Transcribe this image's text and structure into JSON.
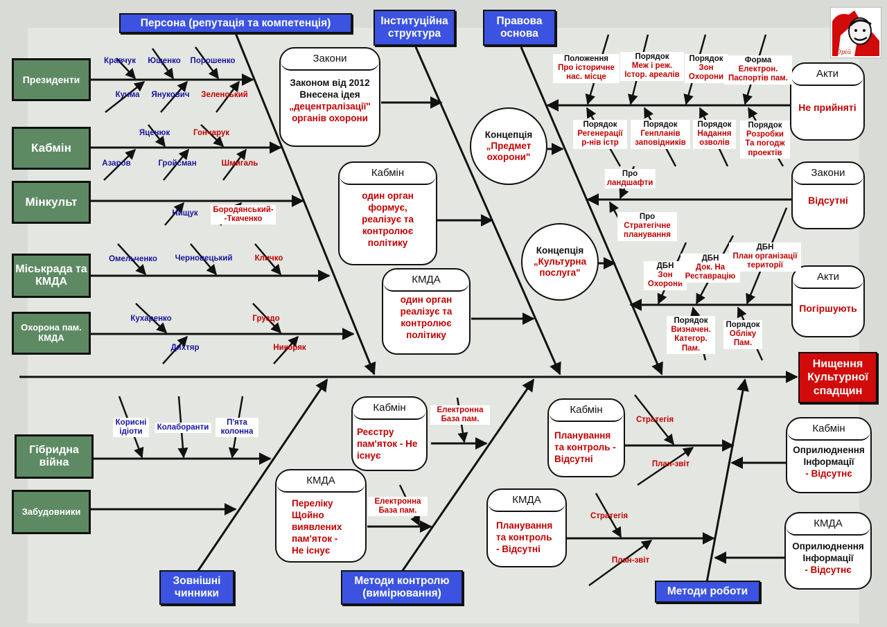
{
  "colors": {
    "green_box": "#5e8a63",
    "blue_box": "#3b53e0",
    "red_box": "#d10a0a",
    "blue_text": "#17169b",
    "red_text": "#c00000"
  },
  "effect": "Нищення Культурної спадщин",
  "categories": {
    "persona": "Персона (репутація та компетенція)",
    "institutional": "Інституційна структура",
    "legal": "Правова основа",
    "external": "Зовнішні чинники",
    "control": "Методи контролю (вимірювання)",
    "work": "Методи роботи"
  },
  "actors": {
    "presidents": "Президенти",
    "cabmin": "Кабмін",
    "minkult": "Мінкульт",
    "miskrada": "Міськрада та КМДА",
    "okhorona": "Охорона пам. КМДА",
    "hybrid": "Гібридна війна",
    "builders": "Забудовники"
  },
  "persons": {
    "kravchuk": "Кравчук",
    "yushchenko": "Ющенко",
    "poroshenko": "Порошенко",
    "kuchma": "Кучма",
    "yanukovych": "Янукович",
    "zelensky": "Зеленський",
    "yatsenyuk": "Яценюк",
    "honcharuk": "Гончарук",
    "azarov": "Азаров",
    "groysman": "Гройсман",
    "shmyhal": "Шмигаль",
    "nyshchuk": "Нищук",
    "borodyansky": "Бородянський- -Ткаченко",
    "omelchenko": "Омельченко",
    "chernovetsky": "Черновецький",
    "klitschko": "Кличко",
    "kukharenko": "Кухаренко",
    "hruzdo": "Груздо",
    "dykhtiar": "Дихтяр",
    "nykoriak": "Никоряк",
    "useful_idiots": "Корисні ідіоти",
    "collaborators": "Колаборанти",
    "fifth_column": "П'ята колонна"
  },
  "cards": {
    "zakony1": {
      "title": "Закони",
      "line1": "Законом від 2012",
      "line2": "Внесена ідея",
      "line3": "„децентралізації\"",
      "line4": "органів охорони"
    },
    "kabmin1": {
      "title": "Кабмін",
      "body": "один орган формує, реалізує та контролює політику"
    },
    "kmda1": {
      "title": "КМДА",
      "body": "один орган реалізує та контролює політику"
    },
    "akty1": {
      "title": "Акти",
      "body": "Не прийняті"
    },
    "zakony2": {
      "title": "Закони",
      "body": "Відсутні"
    },
    "akty2": {
      "title": "Акти",
      "body": "Погіршують"
    },
    "kabmin_reg": {
      "title": "Кабмін",
      "body": "Реєстру пам'яток - Не існує"
    },
    "kmda_list": {
      "title": "КМДА",
      "body": "Переліку Щойно виявлених пам'яток - Не існує"
    },
    "kabmin_plan": {
      "title": "Кабмін",
      "body": "Планування та контроль - Відсутні"
    },
    "kmda_plan": {
      "title": "КМДА",
      "body": "Планування та контроль - Відсутні"
    },
    "kabmin_info": {
      "title": "Кабмін",
      "line1": "Оприлюднення Інформації",
      "line2": "- Відсутнє"
    },
    "kmda_info": {
      "title": "КМДА",
      "line1": "Оприлюднення Інформації",
      "line2": "- Відсутнє"
    }
  },
  "concepts": {
    "subject": {
      "title": "Концепція",
      "body": "„Предмет охорони\""
    },
    "service": {
      "title": "Концепція",
      "body": "„Культурна послуга\""
    }
  },
  "legal_items": {
    "polozhennia_h": "Положення",
    "polozhennia_b": "Про історичне нас. місце",
    "mezh_h": "Порядок",
    "mezh_b": "Меж і реж. Істор. ареалів",
    "zon_h": "Порядок",
    "zon_b": "Зон Охорони",
    "forma_h": "Форма",
    "forma_b": "Електрон. Паспортів пам.",
    "regen_h": "Порядок",
    "regen_b": "Регенерації р-нів істр",
    "genplan_h": "Порядок",
    "genplan_b": "Генпланів заповідників",
    "dozvil_h": "Порядок",
    "dozvil_b": "Надання озволів",
    "rozrobky_h": "Порядок",
    "rozrobky_b": "Розробки Та погодж проектів",
    "landscape_h": "Про",
    "landscape_b": "ландшафти",
    "strategic_h": "Про",
    "strategic_b": "Стратегічне планування",
    "dbn_zon_h": "ДБН",
    "dbn_zon_b": "Зон Охорони",
    "dbn_rest_h": "ДБН",
    "dbn_rest_b": "Док. На Реставрацію",
    "dbn_plan_h": "ДБН",
    "dbn_plan_b": "План організації території",
    "vyznach_h": "Порядок",
    "vyznach_b": "Визначен. Категор. Пам.",
    "oblik_h": "Порядок",
    "oblik_b": "Обліку Пам."
  },
  "control_labels": {
    "edb1": "Електронна База пам.",
    "edb2": "Електронна База пам."
  },
  "work_labels": {
    "strategy1": "Стратегія",
    "planreport1": "План-звіт",
    "strategy2": "Стратегія",
    "planreport2": "План-звіт"
  },
  "logo_text": "Юрій"
}
